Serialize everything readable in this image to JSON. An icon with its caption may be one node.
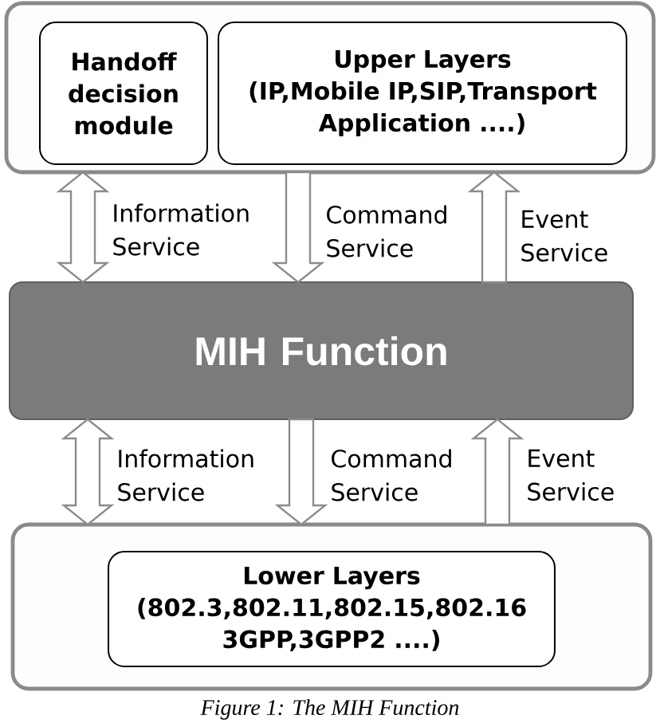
{
  "diagram": {
    "caption": "Figure 1: The MIH Function",
    "nodes": [
      {
        "text": [],
        "shape": "box"
      },
      {
        "text": [
          "Handoff decision module"
        ],
        "in": 0
      },
      {
        "text": [
          "Upper Layers",
          "(IP,Mobile IP,SIP,Transport Application ....)"
        ],
        "in": 0
      },
      {
        "text": [
          "MIH Function"
        ]
      },
      {
        "text": [],
        "shape": "box"
      },
      {
        "text": [
          "Lower Layers",
          "(802.3,802.11,802.15,802.16 3GPP,3GPP2 ....)"
        ],
        "in": 4
      }
    ],
    "edges": [
      {
        "from": 0,
        "to": 3,
        "arrow": "both",
        "label": "Information Service"
      },
      {
        "from": 0,
        "to": 3,
        "arrow": "to",
        "label": "Command Service"
      },
      {
        "from": 3,
        "to": 0,
        "arrow": "to",
        "label": "Event Service"
      },
      {
        "from": 3,
        "to": 4,
        "arrow": "both",
        "label": "Information Service"
      },
      {
        "from": 3,
        "to": 4,
        "arrow": "to",
        "label": "Command Service"
      },
      {
        "from": 4,
        "to": 3,
        "arrow": "to",
        "label": "Event Service"
      }
    ]
  }
}
